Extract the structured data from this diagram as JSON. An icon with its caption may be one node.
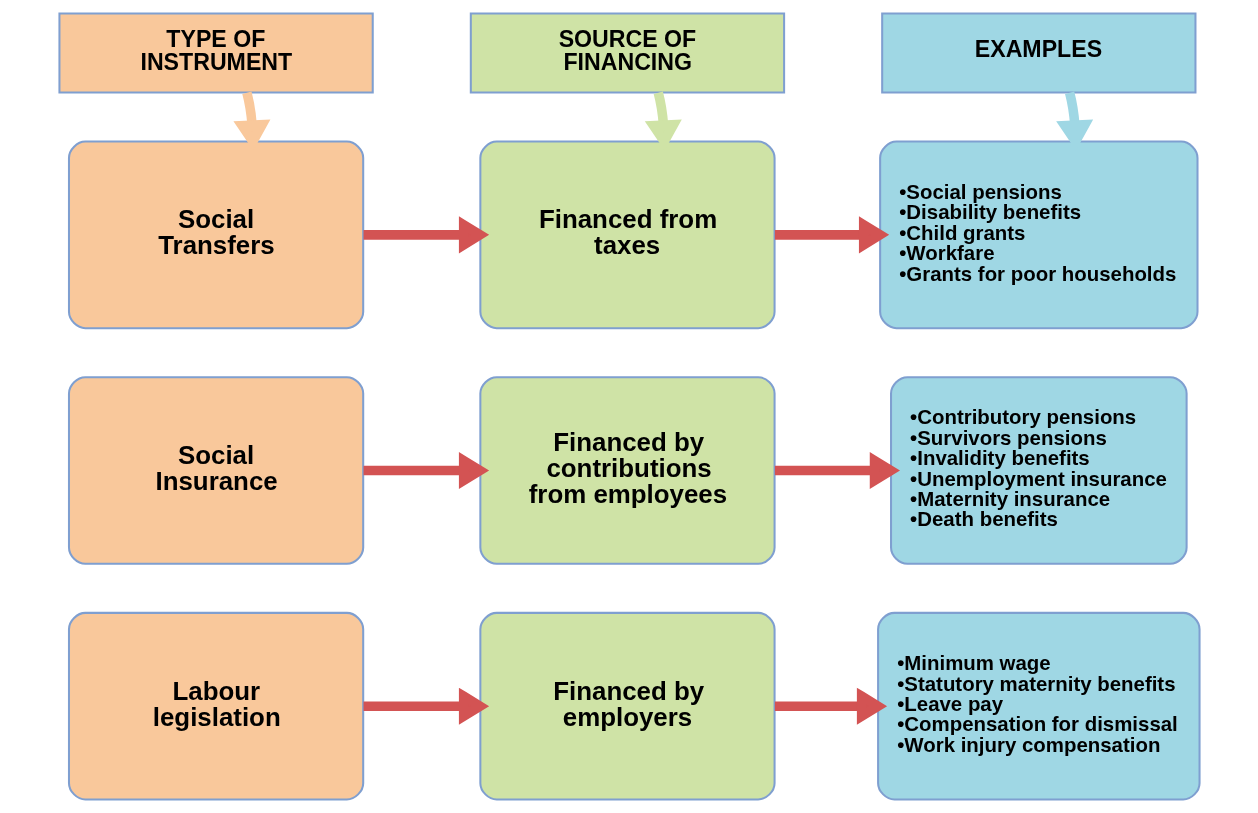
{
  "diagram": {
    "nodes": [
      {
        "text": [
          "TYPE OF INSTRUMENT"
        ]
      },
      {
        "text": [
          "SOURCE OF FINANCING"
        ]
      },
      {
        "text": [
          "EXAMPLES"
        ]
      },
      {
        "text": [
          "Social Transfers"
        ]
      },
      {
        "text": [
          "Financed from taxes"
        ]
      },
      {
        "text": [
          "•Social pensions",
          "•Disability benefits",
          "•Child grants",
          "•Workfare",
          "•Grants for poor households"
        ]
      },
      {
        "text": [
          "Social Insurance"
        ]
      },
      {
        "text": [
          "Financed by contributions from employees"
        ]
      },
      {
        "text": [
          "•Contributory pensions",
          "•Survivors pensions",
          "•Invalidity benefits",
          "•Unemployment insurance",
          "•Maternity insurance",
          "•Death benefits"
        ]
      },
      {
        "text": [
          "Labour legislation"
        ]
      },
      {
        "text": [
          "Financed by employers"
        ]
      },
      {
        "text": [
          "•Minimum wage",
          "•Statutory maternity benefits",
          "•Leave pay",
          "•Compensation for dismissal",
          "•Work injury compensation"
        ]
      }
    ],
    "edges": [
      {
        "from": 0,
        "to": 3,
        "arrow": "to",
        "color": "#f9c89b"
      },
      {
        "from": 1,
        "to": 4,
        "arrow": "to",
        "color": "#cfe3a6"
      },
      {
        "from": 2,
        "to": 5,
        "arrow": "to",
        "color": "#9fd7e4"
      },
      {
        "from": 3,
        "to": 4,
        "arrow": "to"
      },
      {
        "from": 4,
        "to": 5,
        "arrow": "to"
      },
      {
        "from": 6,
        "to": 7,
        "arrow": "to"
      },
      {
        "from": 7,
        "to": 8,
        "arrow": "to"
      },
      {
        "from": 9,
        "to": 10,
        "arrow": "to"
      },
      {
        "from": 10,
        "to": 11,
        "arrow": "to"
      }
    ]
  }
}
